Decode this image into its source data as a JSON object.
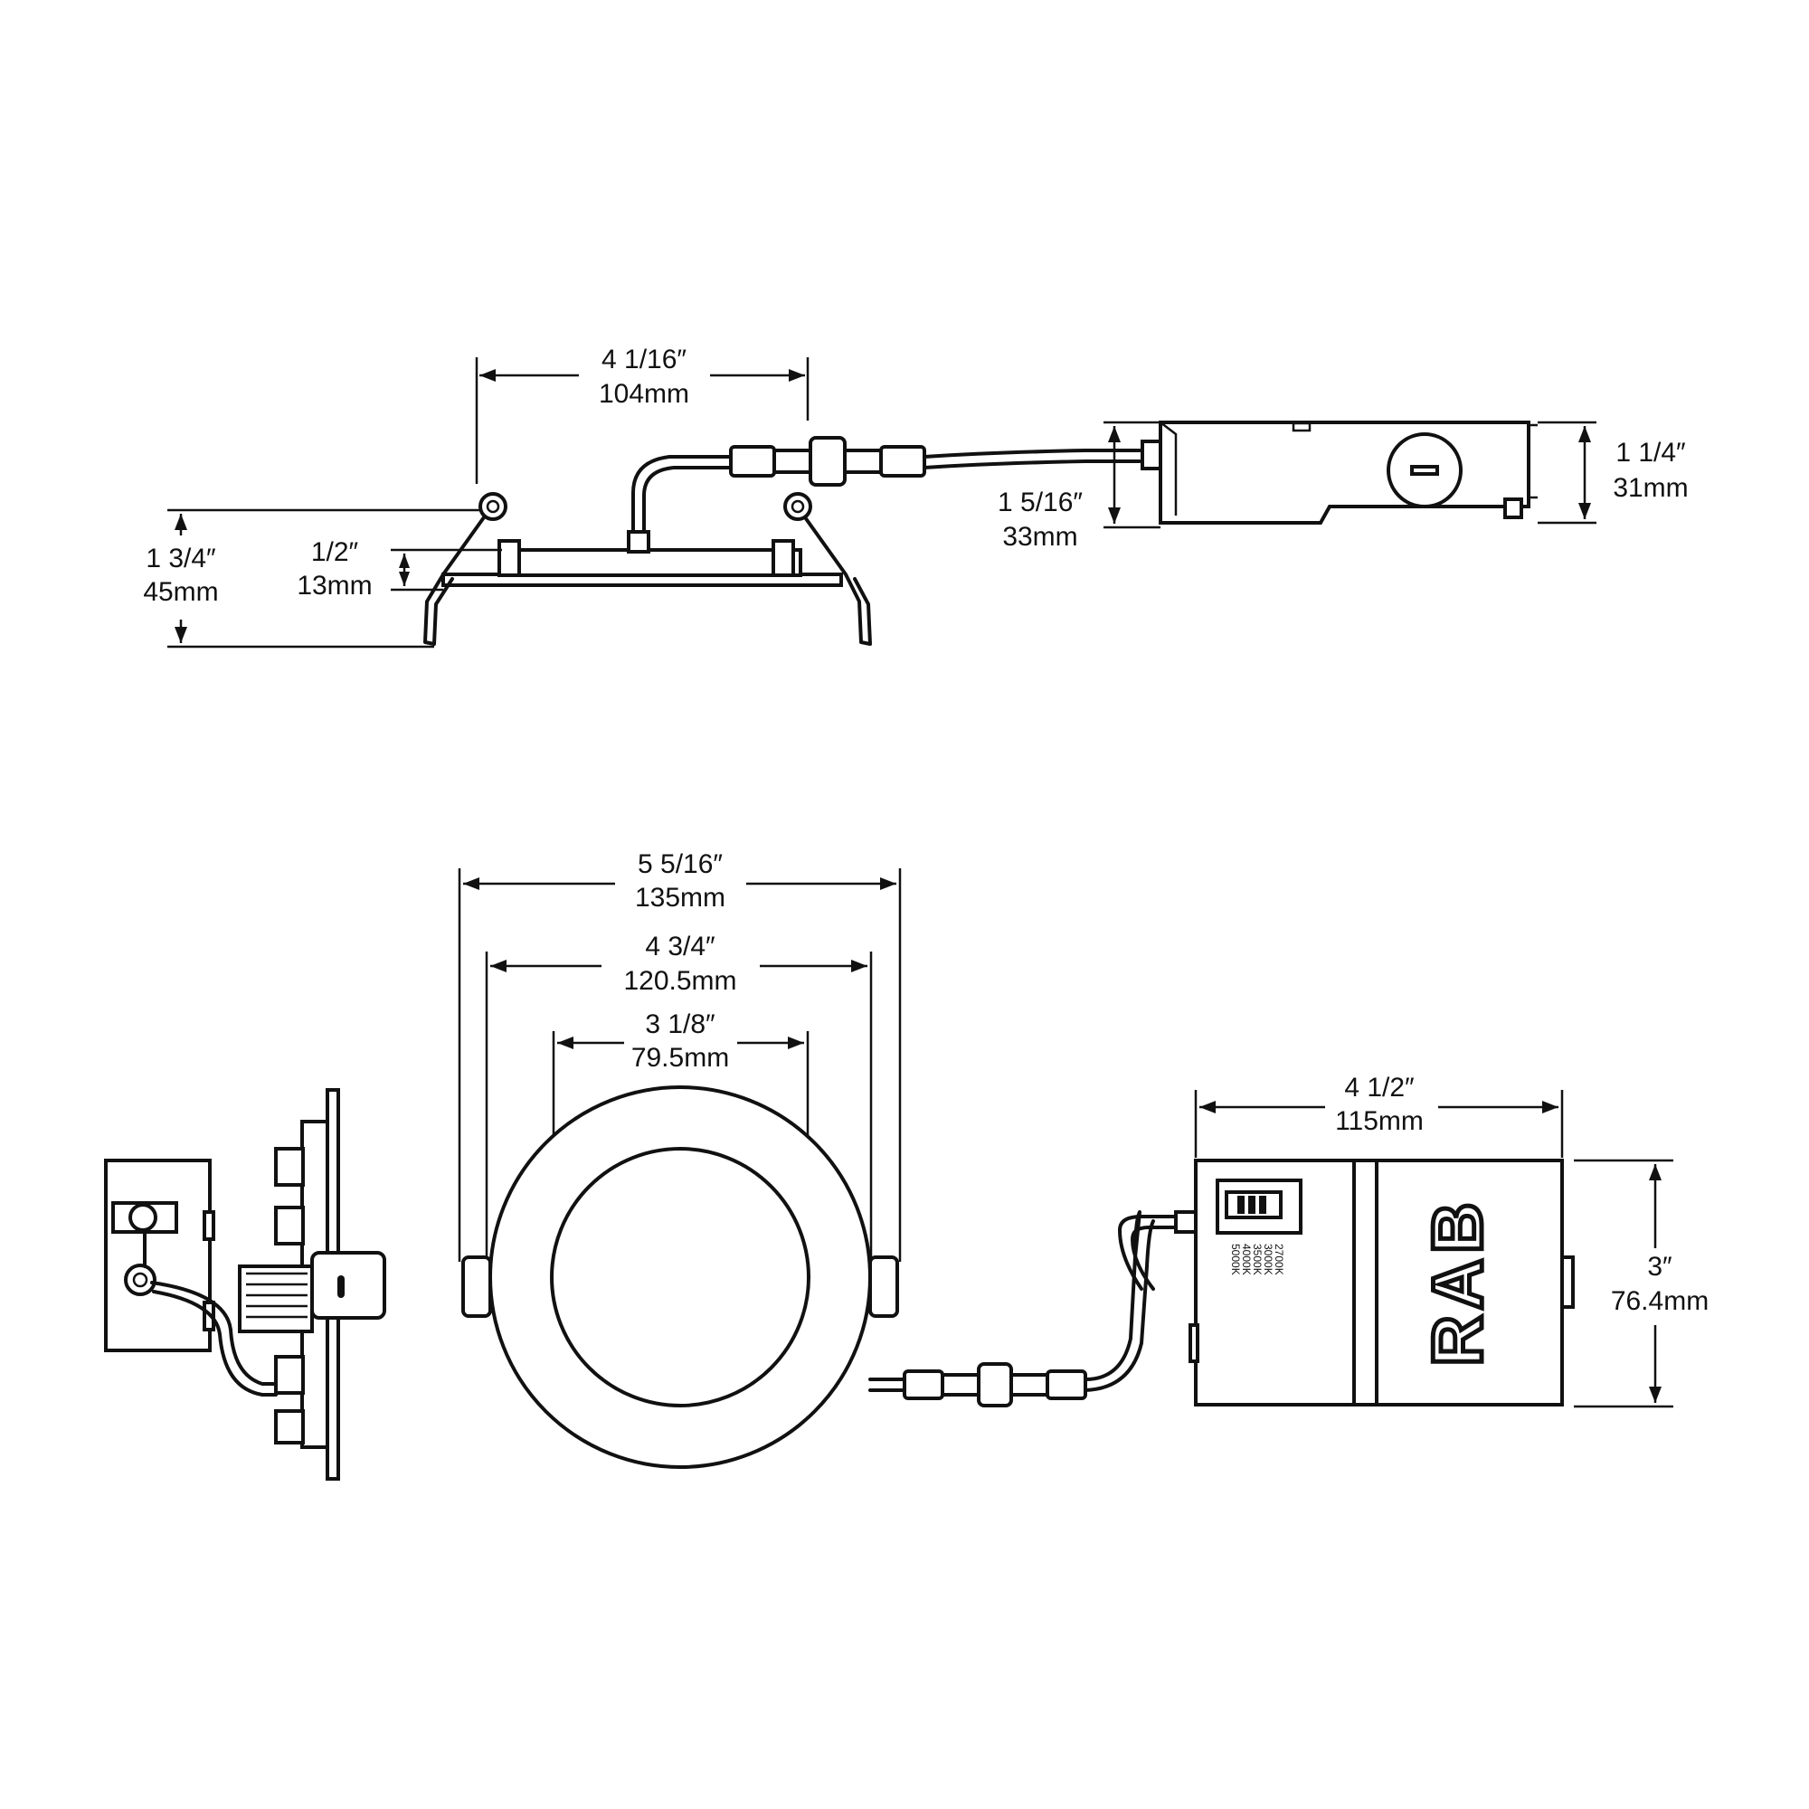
{
  "dimensions": {
    "side_width": {
      "imperial": "4 1/16″",
      "metric": "104mm"
    },
    "side_height": {
      "imperial": "1 3/4″",
      "metric": "45mm"
    },
    "trim_height": {
      "imperial": "1/2″",
      "metric": "13mm"
    },
    "driver_side_height": {
      "imperial": "1 5/16″",
      "metric": "33mm"
    },
    "driver_end_height": {
      "imperial": "1 1/4″",
      "metric": "31mm"
    },
    "trim_diameter": {
      "imperial": "5 5/16″",
      "metric": "135mm"
    },
    "cutout_diameter": {
      "imperial": "4 3/4″",
      "metric": "120.5mm"
    },
    "aperture_diameter": {
      "imperial": "3 1/8″",
      "metric": "79.5mm"
    },
    "driver_top_width": {
      "imperial": "4 1/2″",
      "metric": "115mm"
    },
    "driver_top_height": {
      "imperial": "3″",
      "metric": "76.4mm"
    }
  },
  "driver": {
    "logo": "RAB",
    "cct_options": [
      "5000K",
      "4000K",
      "3500K",
      "3000K",
      "2700K"
    ]
  },
  "colors": {
    "line": "#111111",
    "background": "#ffffff"
  }
}
